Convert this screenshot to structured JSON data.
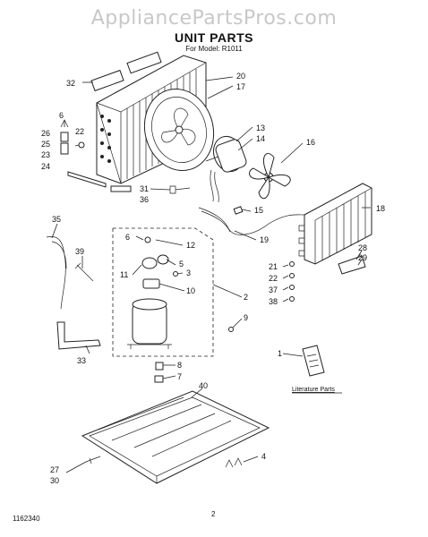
{
  "watermark": "AppliancePartsPros.com",
  "title": "UNIT PARTS",
  "subtitle": "For Model: R1011",
  "literature_label": "Literature Parts",
  "footer_code": "1162340",
  "page_number": "2",
  "callouts": {
    "c1": "1",
    "c2": "2",
    "c3": "3",
    "c4": "4",
    "c5": "5",
    "c6": "6",
    "c7": "7",
    "c8": "8",
    "c9": "9",
    "c10": "10",
    "c11": "11",
    "c12": "12",
    "c13": "13",
    "c14": "14",
    "c15": "15",
    "c16": "16",
    "c17": "17",
    "c18": "18",
    "c19": "19",
    "c20": "20",
    "c21": "21",
    "c22a": "22",
    "c22b": "22",
    "c23": "23",
    "c24": "24",
    "c25": "25",
    "c26": "26",
    "c27": "27",
    "c28": "28",
    "c29": "29",
    "c30": "30",
    "c31": "31",
    "c32": "32",
    "c33": "33",
    "c35": "35",
    "c36": "36",
    "c37": "37",
    "c38": "38",
    "c39": "39",
    "c40": "40"
  }
}
